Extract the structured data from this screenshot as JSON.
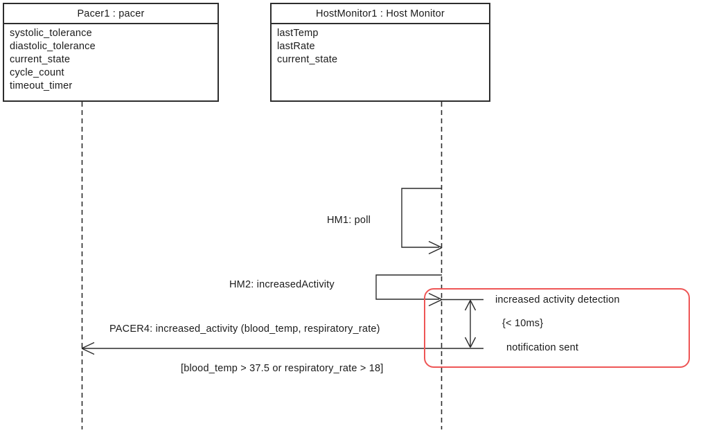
{
  "colors": {
    "line": "#2a2a2a",
    "background": "#ffffff",
    "annotation_border": "#ee5555"
  },
  "objects": [
    {
      "title": "Pacer1 : pacer",
      "attributes": [
        "systolic_tolerance",
        "diastolic_tolerance",
        "current_state",
        "cycle_count",
        "timeout_timer"
      ]
    },
    {
      "title": "HostMonitor1 : Host Monitor",
      "attributes": [
        "lastTemp",
        "lastRate",
        "current_state"
      ]
    }
  ],
  "messages": {
    "hm1": "HM1: poll",
    "hm2": "HM2: increasedActivity",
    "pacer4": "PACER4: increased_activity (blood_temp, respiratory_rate)",
    "pacer4_guard": "[blood_temp > 37.5 or respiratory_rate > 18]"
  },
  "annotation": {
    "line1": "increased activity detection",
    "line2": "{< 10ms}",
    "line3": "notification sent"
  }
}
